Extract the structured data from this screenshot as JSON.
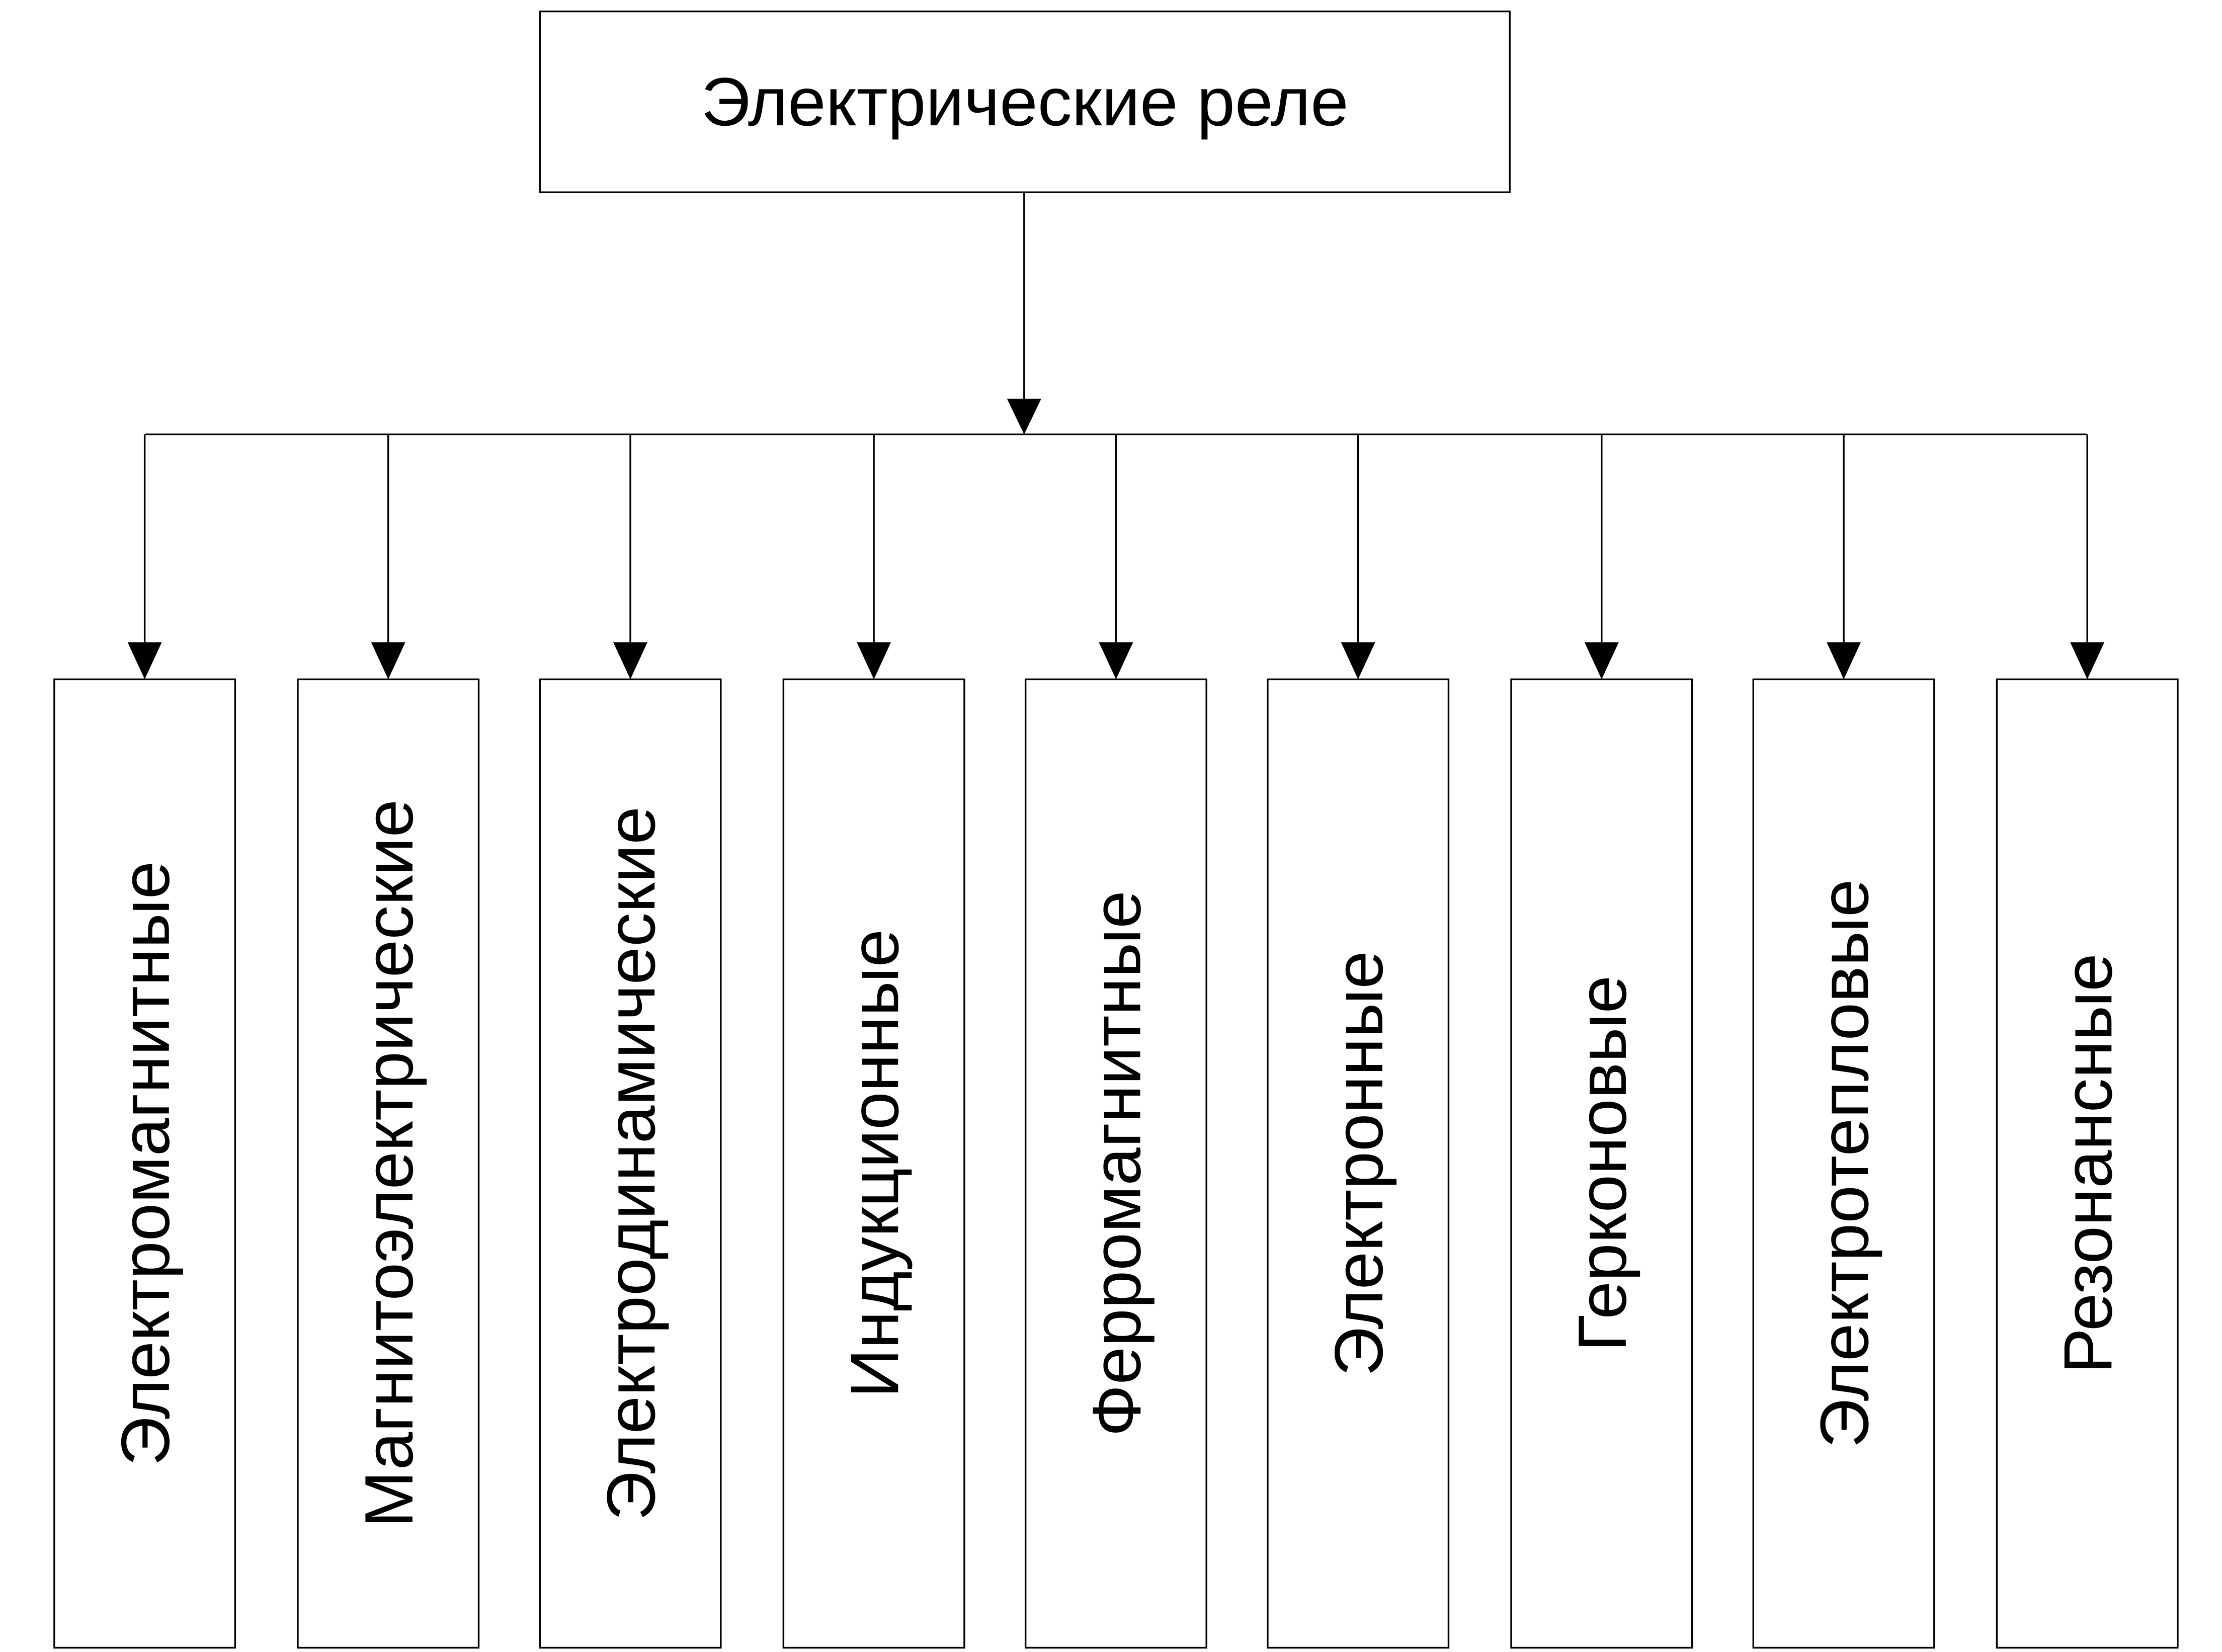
{
  "root": {
    "label": "Электрические реле"
  },
  "children": [
    {
      "label": "Электромагнитные"
    },
    {
      "label": "Магнитоэлектрические"
    },
    {
      "label": "Электродинамические"
    },
    {
      "label": "Индукционные"
    },
    {
      "label": "Ферромагнитные"
    },
    {
      "label": "Электронные"
    },
    {
      "label": "Герконовые"
    },
    {
      "label": "Электротепловые"
    },
    {
      "label": "Резонансные"
    }
  ],
  "colors": {
    "stroke": "#000000",
    "background": "#ffffff"
  }
}
